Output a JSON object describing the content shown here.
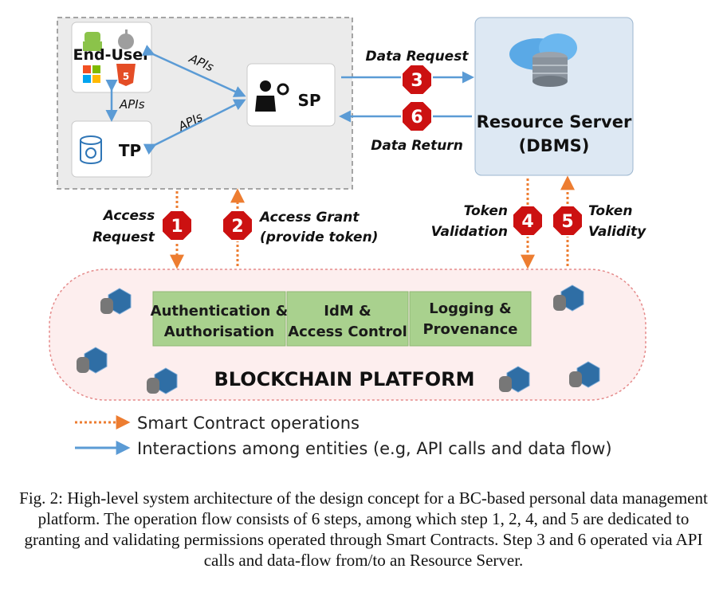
{
  "entities": {
    "end_user": "End-User",
    "tp": "TP",
    "sp": "SP",
    "resource_server_line1": "Resource Server",
    "resource_server_line2": "(DBMS)"
  },
  "edge_labels": {
    "apis_enduser_sp": "APIs",
    "apis_enduser_tp": "APIs",
    "apis_tp_sp": "APIs",
    "data_request": "Data Request",
    "data_return": "Data Return",
    "access_request_line1": "Access",
    "access_request_line2": "Request",
    "access_grant_line1": "Access Grant",
    "access_grant_line2": "(provide token)",
    "token_validation_line1": "Token",
    "token_validation_line2": "Validation",
    "token_validity_line1": "Token",
    "token_validity_line2": "Validity"
  },
  "steps": [
    "1",
    "2",
    "3",
    "4",
    "5",
    "6"
  ],
  "blockchain": {
    "title": "BLOCKCHAIN PLATFORM",
    "modules": [
      {
        "line1": "Authentication &",
        "line2": "Authorisation"
      },
      {
        "line1": "IdM &",
        "line2": "Access Control"
      },
      {
        "line1": "Logging &",
        "line2": "Provenance"
      }
    ]
  },
  "legend": {
    "smart_contract": "Smart Contract operations",
    "interactions": "Interactions among entities (e.g, API calls and data flow)"
  },
  "caption": "Fig. 2: High-level system architecture of the design concept for a BC-based personal data management platform. The operation flow consists of 6 steps, among which step 1, 2, 4, and 5 are dedicated to granting and validating permissions operated through Smart Contracts. Step 3 and 6 operated via API calls and data-flow from/to an Resource Server.",
  "colors": {
    "step_badge": "#cc1111",
    "api_arrow": "#5b9bd5",
    "smart_contract_arrow": "#ed7d31",
    "module_fill": "#a9d18e",
    "resource_server_fill": "#dde8f3"
  }
}
